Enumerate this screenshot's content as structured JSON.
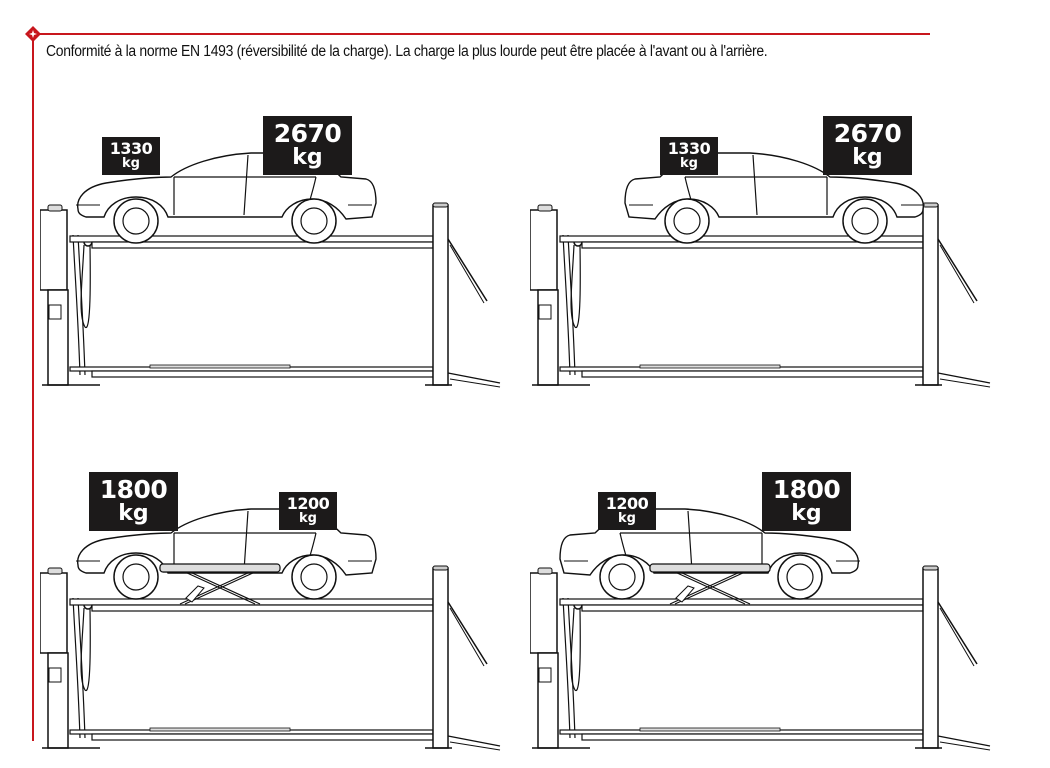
{
  "caption": "Conformité à la norme EN 1493 (réversibilité de la charge). La charge la plus lourde peut être placée à l'avant ou à l'arrière.",
  "accent_color": "#c8161d",
  "frame_marker_icon": "diamond-marker-icon",
  "panels": [
    {
      "position": "top-left",
      "car_facing": "right",
      "scissor_jack": false,
      "loads": [
        {
          "value": "1330",
          "unit": "kg",
          "size": "small",
          "location": "left"
        },
        {
          "value": "2670",
          "unit": "kg",
          "size": "big",
          "location": "right"
        }
      ]
    },
    {
      "position": "top-right",
      "car_facing": "left",
      "scissor_jack": false,
      "loads": [
        {
          "value": "1330",
          "unit": "kg",
          "size": "small",
          "location": "left"
        },
        {
          "value": "2670",
          "unit": "kg",
          "size": "big",
          "location": "right"
        }
      ]
    },
    {
      "position": "bottom-left",
      "car_facing": "right",
      "scissor_jack": true,
      "loads": [
        {
          "value": "1800",
          "unit": "kg",
          "size": "big",
          "location": "left"
        },
        {
          "value": "1200",
          "unit": "kg",
          "size": "small",
          "location": "right"
        }
      ]
    },
    {
      "position": "bottom-right",
      "car_facing": "left",
      "scissor_jack": true,
      "loads": [
        {
          "value": "1200",
          "unit": "kg",
          "size": "small",
          "location": "left"
        },
        {
          "value": "1800",
          "unit": "kg",
          "size": "big",
          "location": "right"
        }
      ]
    }
  ]
}
